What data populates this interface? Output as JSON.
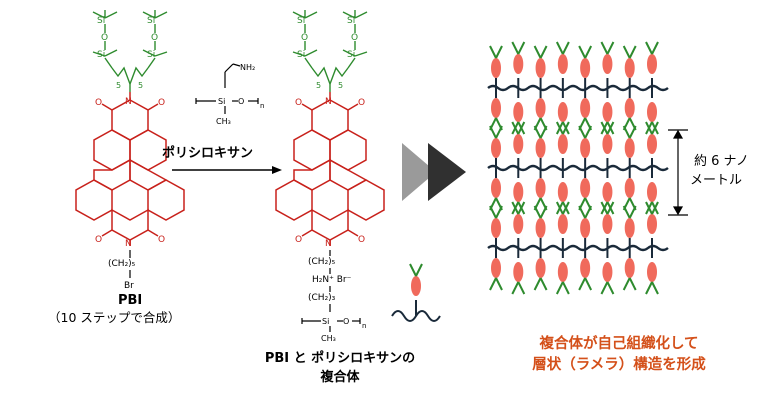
{
  "colors": {
    "siloxane_green": "#2e8b2e",
    "pbi_red": "#c8211b",
    "result_orange": "#d4501a",
    "arrow_gray_dark": "#303030",
    "arrow_gray_light": "#9a9a9a",
    "lamella_pink": "#f06a5c"
  },
  "left_molecule": {
    "name": "PBI",
    "synthesis_note": "（10 ステップで合成）",
    "si_label": "Si",
    "o_label": "O",
    "n_label": "N",
    "carbonyl_o": "O",
    "chain_index": "5",
    "alkyl_chain": "(CH₂)₅",
    "br_label": "Br"
  },
  "reagent": {
    "amine_label": "NH₂",
    "si_label": "Si",
    "o_label": "O",
    "methyl_label": "CH₃",
    "repeat_n": "n",
    "name": "ポリシロキサン"
  },
  "right_molecule": {
    "name_line1": "PBI と ポリシロキサンの",
    "name_line2": "複合体",
    "si_label": "Si",
    "o_label": "O",
    "n_label": "N",
    "carbonyl_o": "O",
    "chain_index": "5",
    "alkyl_chain": "(CH₂)₅",
    "ammonium": "H₂N⁺ Br⁻",
    "propyl_chain": "(CH₂)₃",
    "si_unit": "Si",
    "o_unit": "O",
    "methyl_label": "CH₃",
    "repeat_n": "n"
  },
  "lamella": {
    "spacing_line1": "約 6 ナノ",
    "spacing_line2": "メートル",
    "result_line1": "複合体が自己組織化して",
    "result_line2": "層状（ラメラ）構造を形成"
  }
}
